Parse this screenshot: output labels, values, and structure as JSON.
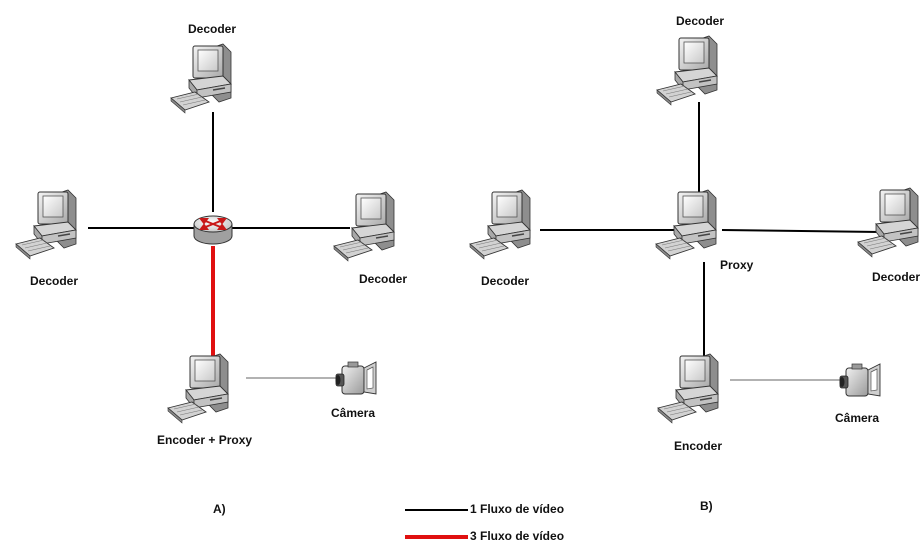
{
  "diagram_a": {
    "panel_label": "A)",
    "top_node": "Decoder",
    "left_node": "Decoder",
    "right_node": "Decoder",
    "bottom_node": "Encoder + Proxy",
    "camera": "Câmera",
    "hub_icon": "router-icon"
  },
  "diagram_b": {
    "panel_label": "B)",
    "top_node": "Decoder",
    "left_node": "Decoder",
    "right_node": "Decoder",
    "center_node": "Proxy",
    "bottom_node": "Encoder",
    "camera": "Câmera"
  },
  "legend": [
    {
      "label": "1 Fluxo de vídeo",
      "color": "#000000"
    },
    {
      "label": "3 Fluxo de vídeo",
      "color": "#e01010"
    }
  ],
  "colors": {
    "link": "#000000",
    "highlight_link": "#e01010",
    "camera_link": "#666666"
  }
}
